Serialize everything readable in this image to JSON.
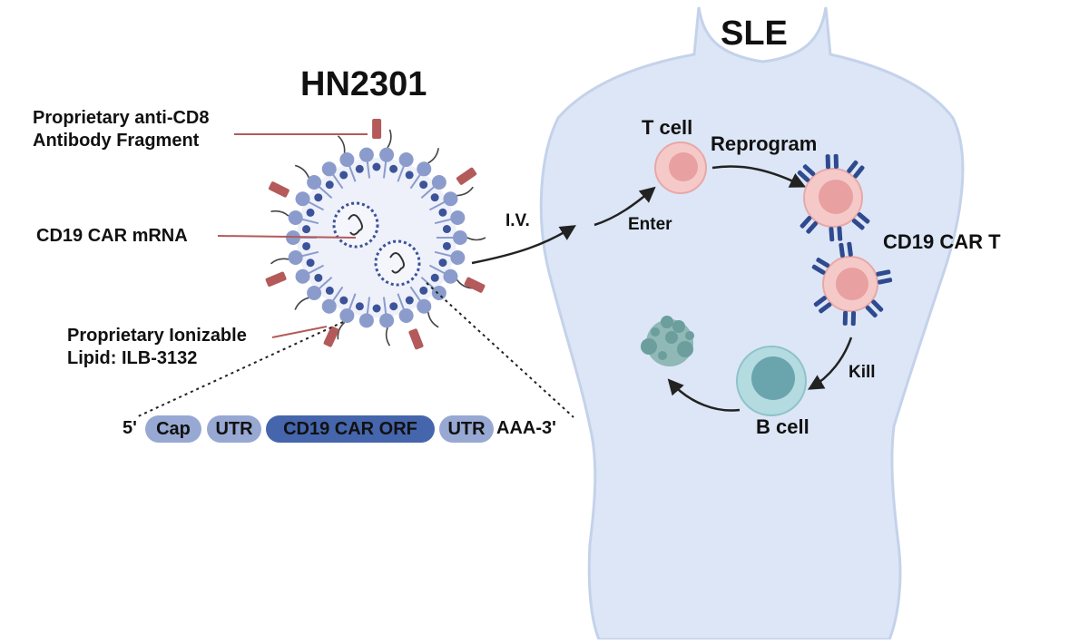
{
  "title_product": "HN2301",
  "title_disease": "SLE",
  "labels": {
    "antibody": [
      "Proprietary anti-CD8",
      "Antibody Fragment"
    ],
    "mrna": "CD19 CAR mRNA",
    "lipid": [
      "Proprietary Ionizable",
      "Lipid: ILB-3132"
    ],
    "route": "I.V.",
    "enter": "Enter",
    "t_cell": "T cell",
    "reprogram": "Reprogram",
    "car_t": "CD19 CAR T",
    "kill": "Kill",
    "b_cell": "B cell"
  },
  "mrna_construct": {
    "five_prime": "5'",
    "segments": [
      "Cap",
      "UTR",
      "CD19 CAR ORF",
      "UTR"
    ],
    "three_prime": "AAA-3'"
  },
  "colors": {
    "body": "#dce6f6",
    "body_outline": "#c4d2ea",
    "lipid_head": "#8b9ccc",
    "lipid_inner": "#3d5399",
    "antibody": "#b45a5a",
    "t_cell": "#f2b9b9",
    "t_cell_nucleus": "#e38e8e",
    "receptor": "#2f4a8f",
    "b_cell": "#a8d4da",
    "b_cell_nucleus": "#5e99a4",
    "debris": "#6b9e9c",
    "pill_light": "#97a8d3",
    "pill_dark": "#4566ad"
  }
}
